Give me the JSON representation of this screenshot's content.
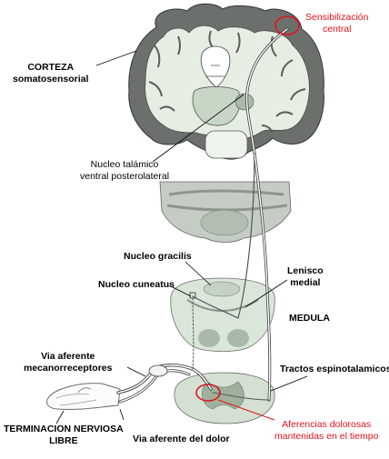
{
  "labels": {
    "sensibilizacion_1": "Sensibilización",
    "sensibilizacion_2": "central",
    "corteza_1": "CORTEZA",
    "corteza_2": "somatosensorial",
    "nucleo_talamico_1": "Nucleo talámico",
    "nucleo_talamico_2": "ventral posterolateral",
    "nucleo_gracilis": "Nucleo gracilis",
    "nucleo_cuneatus": "Nucleo cuneatus",
    "lenisco_1": "Lenisco",
    "lenisco_2": "medial",
    "medula": "MEDULA",
    "via_aferente_meca_1": "Via aferente",
    "via_aferente_meca_2": "mecanorreceptores",
    "tractos": "Tractos espinotalamicos",
    "terminacion_1": "TERMINACION NERVIOSA",
    "terminacion_2": "LIBRE",
    "via_aferente_dolor": "Via aferente del dolor",
    "aferencias_1": "Aferencias dolorosas",
    "aferencias_2": "mantenidas en el tiempo"
  },
  "colors": {
    "accent": "#e0141e",
    "tissue_light": "#d8e6d8",
    "tissue_dark": "#6a6e6a"
  }
}
